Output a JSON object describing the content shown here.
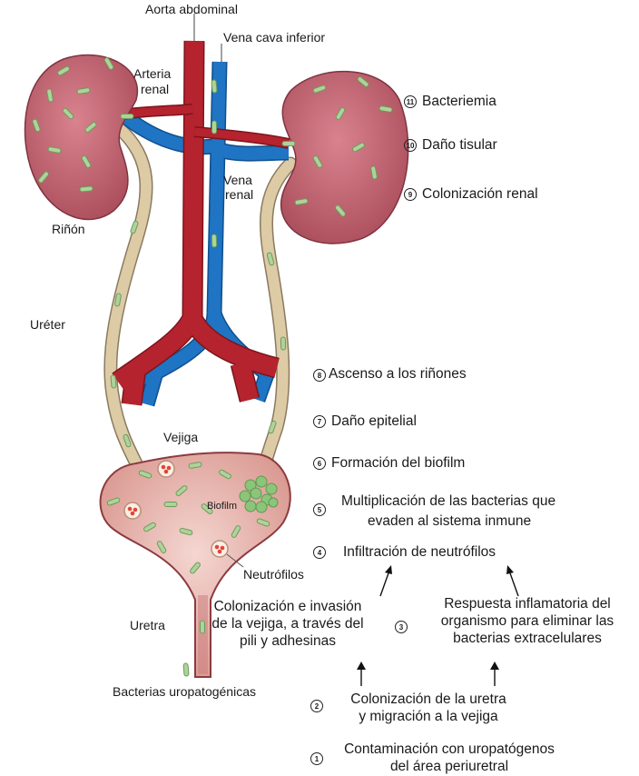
{
  "labels": {
    "aorta": "Aorta abdominal",
    "vena_cava": "Vena cava inferior",
    "arteria_line1": "Arteria",
    "arteria_line2": "renal",
    "vena_line1": "Vena",
    "vena_line2": "renal",
    "rinon": "Riñón",
    "ureter": "Uréter",
    "vejiga": "Vejiga",
    "biofilm": "Biofilm",
    "neutrofilos": "Neutrófilos",
    "uretra": "Uretra",
    "bacterias": "Bacterias uropatogénicas"
  },
  "steps": {
    "s11": {
      "num": "11",
      "text": "Bacteriemia"
    },
    "s10": {
      "num": "10",
      "text": "Daño tisular"
    },
    "s9": {
      "num": "9",
      "text": "Colonización renal"
    },
    "s8": {
      "num": "8",
      "text": "Ascenso a los riñones"
    },
    "s7": {
      "num": "7",
      "text": "Daño epitelial"
    },
    "s6": {
      "num": "6",
      "text": "Formación del biofilm"
    },
    "s5": {
      "num": "5",
      "line1": "Multiplicación de las bacterias que",
      "line2": "evaden al sistema inmune"
    },
    "s4": {
      "num": "4",
      "text": "Infiltración de neutrófilos"
    },
    "s3": {
      "num": "3",
      "left_line1": "Colonización e invasión",
      "left_line2": "de la vejiga, a través del",
      "left_line3": "pili y adhesinas",
      "right_line1": "Respuesta inflamatoria del",
      "right_line2": "organismo para eliminar las",
      "right_line3": "bacterias extracelulares"
    },
    "s2": {
      "num": "2",
      "line1": "Colonización de la uretra",
      "line2": "y migración a la vejiga"
    },
    "s1": {
      "num": "1",
      "line1": "Contaminación con uropatógenos",
      "line2": "del área periuretral"
    }
  },
  "colors": {
    "kidney": "#b85a68",
    "artery": "#b5232e",
    "vein": "#1f74c4",
    "ureter": "#ddcba6",
    "bladder": "#e7b2ac",
    "bacteria": "#aed39a",
    "biofilm": "#8cc57a"
  }
}
